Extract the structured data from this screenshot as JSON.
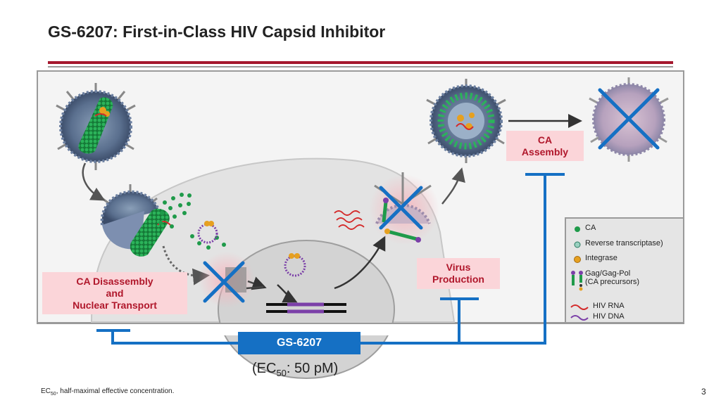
{
  "title": "GS-6207: First-in-Class HIV Capsid Inhibitor",
  "labels": {
    "ca_assembly": [
      "CA",
      "Assembly"
    ],
    "virus_production": [
      "Virus",
      "Production"
    ],
    "ca_disassembly": [
      "CA Disassembly",
      "and",
      "Nuclear Transport"
    ]
  },
  "legend": {
    "ca": "CA",
    "reverse_transcriptase": "Reverse transcriptase)",
    "integrase": "Integrase",
    "gag": [
      "Gag/Gag-Pol",
      "(CA precursors)"
    ],
    "hiv_rna": "HIV RNA",
    "hiv_dna": "HIV DNA"
  },
  "drug": {
    "name": "GS-6207",
    "ec_prefix": "(EC",
    "ec_sub": "50",
    "ec_suffix": ": 50 pM)"
  },
  "footnote": {
    "prefix": "EC",
    "sub": "50",
    "suffix": ", half-maximal effective concentration."
  },
  "page_number": "3",
  "colors": {
    "title_rule": "#a5182e",
    "inhibitor_blue": "#1570c4",
    "ca_green": "#1f9a4a",
    "label_red": "#b0172b",
    "label_bg": "#fbd5d9",
    "rna": "#d42a2a",
    "dna": "#7b3fa8",
    "integrase": "#e6a020"
  },
  "icons": [
    "virion-icon",
    "capsid-cone-icon",
    "block-x-icon",
    "dna-circle-icon"
  ]
}
